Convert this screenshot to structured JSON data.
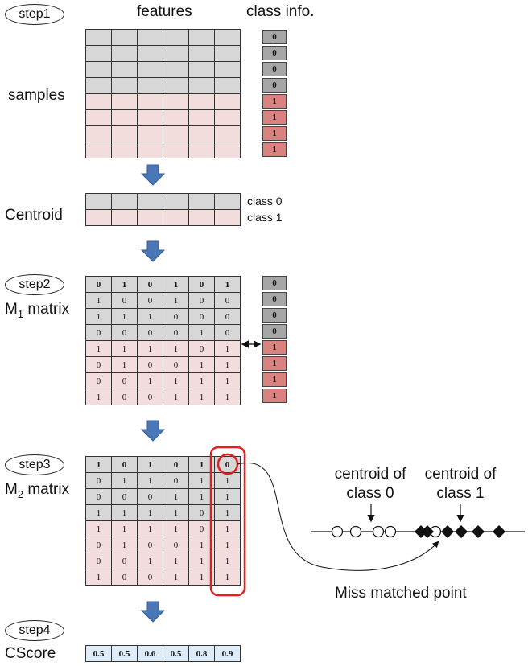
{
  "steps": [
    "step1",
    "step2",
    "step3",
    "step4"
  ],
  "headers": {
    "features": "features",
    "class_info": "class info."
  },
  "row_labels": {
    "samples": "samples",
    "centroid": "Centroid",
    "m1_prefix": "M",
    "m1_sub": "1",
    "m2_prefix": "M",
    "m2_sub": "2",
    "matrix": "matrix",
    "cscore": "CScore"
  },
  "class_info_values": [
    "0",
    "0",
    "0",
    "0",
    "1",
    "1",
    "1",
    "1"
  ],
  "centroid_labels": [
    "class 0",
    "class 1"
  ],
  "m1_matrix": [
    [
      "0",
      "1",
      "0",
      "1",
      "0",
      "1"
    ],
    [
      "1",
      "0",
      "0",
      "1",
      "0",
      "0"
    ],
    [
      "1",
      "1",
      "1",
      "0",
      "0",
      "0"
    ],
    [
      "0",
      "0",
      "0",
      "0",
      "1",
      "0"
    ],
    [
      "1",
      "1",
      "1",
      "1",
      "0",
      "1"
    ],
    [
      "0",
      "1",
      "0",
      "0",
      "1",
      "1"
    ],
    [
      "0",
      "0",
      "1",
      "1",
      "1",
      "1"
    ],
    [
      "1",
      "0",
      "0",
      "1",
      "1",
      "1"
    ]
  ],
  "m2_matrix": [
    [
      "1",
      "0",
      "1",
      "0",
      "1",
      "0"
    ],
    [
      "0",
      "1",
      "1",
      "0",
      "1",
      "1"
    ],
    [
      "0",
      "0",
      "0",
      "1",
      "1",
      "1"
    ],
    [
      "1",
      "1",
      "1",
      "1",
      "0",
      "1"
    ],
    [
      "1",
      "1",
      "1",
      "1",
      "0",
      "1"
    ],
    [
      "0",
      "1",
      "0",
      "0",
      "1",
      "1"
    ],
    [
      "0",
      "0",
      "1",
      "1",
      "1",
      "1"
    ],
    [
      "1",
      "0",
      "0",
      "1",
      "1",
      "1"
    ]
  ],
  "cscore_values": [
    "0.5",
    "0.5",
    "0.6",
    "0.5",
    "0.8",
    "0.9"
  ],
  "plot": {
    "centroid0_line1": "centroid of",
    "centroid0_line2": "class 0",
    "centroid1_line1": "centroid of",
    "centroid1_line2": "class 1",
    "mismatch_label": "Miss matched point"
  },
  "colors": {
    "gray_row": "#d7d7d7",
    "pink_row": "#f3dcdc",
    "class0": "#a6a6a6",
    "class1": "#d9827f",
    "score": "#dcecf8",
    "arrow": "#4a77b8",
    "highlight": "#e02020"
  }
}
